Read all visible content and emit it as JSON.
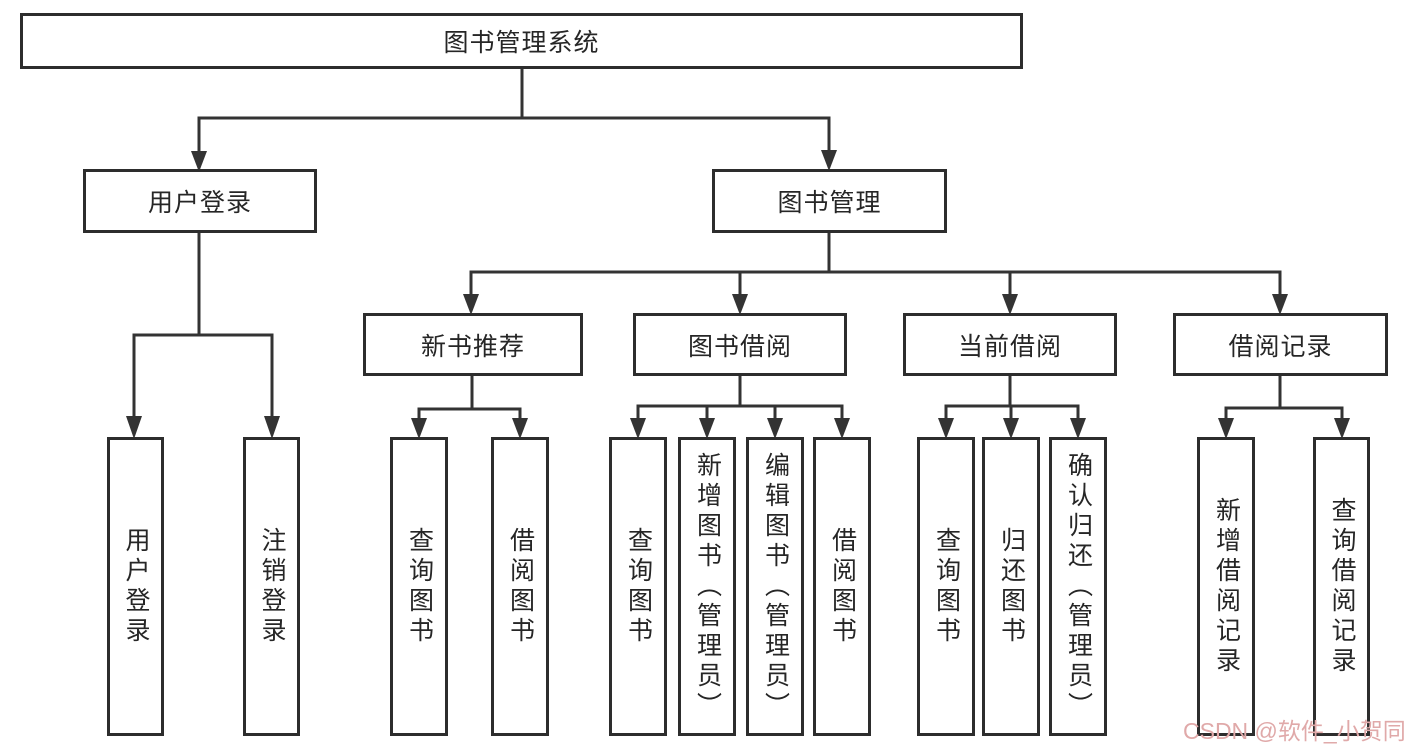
{
  "diagram": {
    "root": {
      "label": "图书管理系统"
    },
    "branches": [
      {
        "label": "用户登录",
        "children": [
          {
            "label": "用户登录"
          },
          {
            "label": "注销登录"
          }
        ]
      },
      {
        "label": "图书管理",
        "children": [
          {
            "label": "新书推荐",
            "children": [
              {
                "label": "查询图书"
              },
              {
                "label": "借阅图书"
              }
            ]
          },
          {
            "label": "图书借阅",
            "children": [
              {
                "label": "查询图书"
              },
              {
                "label": "新增图书（管理员）"
              },
              {
                "label": "编辑图书（管理员）"
              },
              {
                "label": "借阅图书"
              }
            ]
          },
          {
            "label": "当前借阅",
            "children": [
              {
                "label": "查询图书"
              },
              {
                "label": "归还图书"
              },
              {
                "label": "确认归还（管理员）"
              }
            ]
          },
          {
            "label": "借阅记录",
            "children": [
              {
                "label": "新增借阅记录"
              },
              {
                "label": "查询借阅记录"
              }
            ]
          }
        ]
      }
    ]
  },
  "watermark": {
    "text": "CSDN @软件_小贺同学"
  },
  "colors": {
    "line": "#333333",
    "box_border": "#2d2d2d",
    "box_fill": "#ffffff",
    "text": "#262626",
    "watermark": "#e0a9a9",
    "background": "#ffffff"
  }
}
